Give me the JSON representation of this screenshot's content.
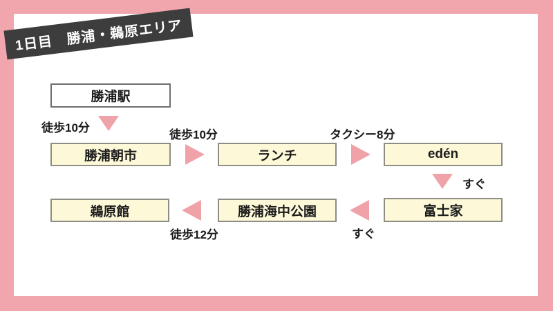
{
  "banner": {
    "label": "1日目　勝浦・鵜原エリア"
  },
  "nodes": {
    "station": {
      "label": "勝浦駅"
    },
    "morning_market": {
      "label": "勝浦朝市"
    },
    "lunch": {
      "label": "ランチ"
    },
    "eden": {
      "label": "edén"
    },
    "fujiya": {
      "label": "富士家"
    },
    "underwater_park": {
      "label": "勝浦海中公園"
    },
    "ubarakan": {
      "label": "鵜原館"
    }
  },
  "transits": {
    "station_to_market": {
      "label": "徒歩10分",
      "direction": "down"
    },
    "market_to_lunch": {
      "label": "徒歩10分",
      "direction": "right"
    },
    "lunch_to_eden": {
      "label": "タクシー8分",
      "direction": "right"
    },
    "eden_to_fujiya": {
      "label": "すぐ",
      "direction": "down"
    },
    "fujiya_to_park": {
      "label": "すぐ",
      "direction": "left"
    },
    "park_to_ubarakan": {
      "label": "徒歩12分",
      "direction": "left"
    }
  },
  "colors": {
    "frame_pink": "#f1a5ac",
    "arrow_pink": "#f0a2a9",
    "banner_dark": "#3d3d3d",
    "banner_text": "#ffffff",
    "node_fill_yellow": "#fdf9d8",
    "node_border_gray": "#8d8d85",
    "station_fill": "#ffffff",
    "station_border_gray": "#6e6e6e",
    "text": "#1b1b1b",
    "panel_white": "#ffffff"
  }
}
